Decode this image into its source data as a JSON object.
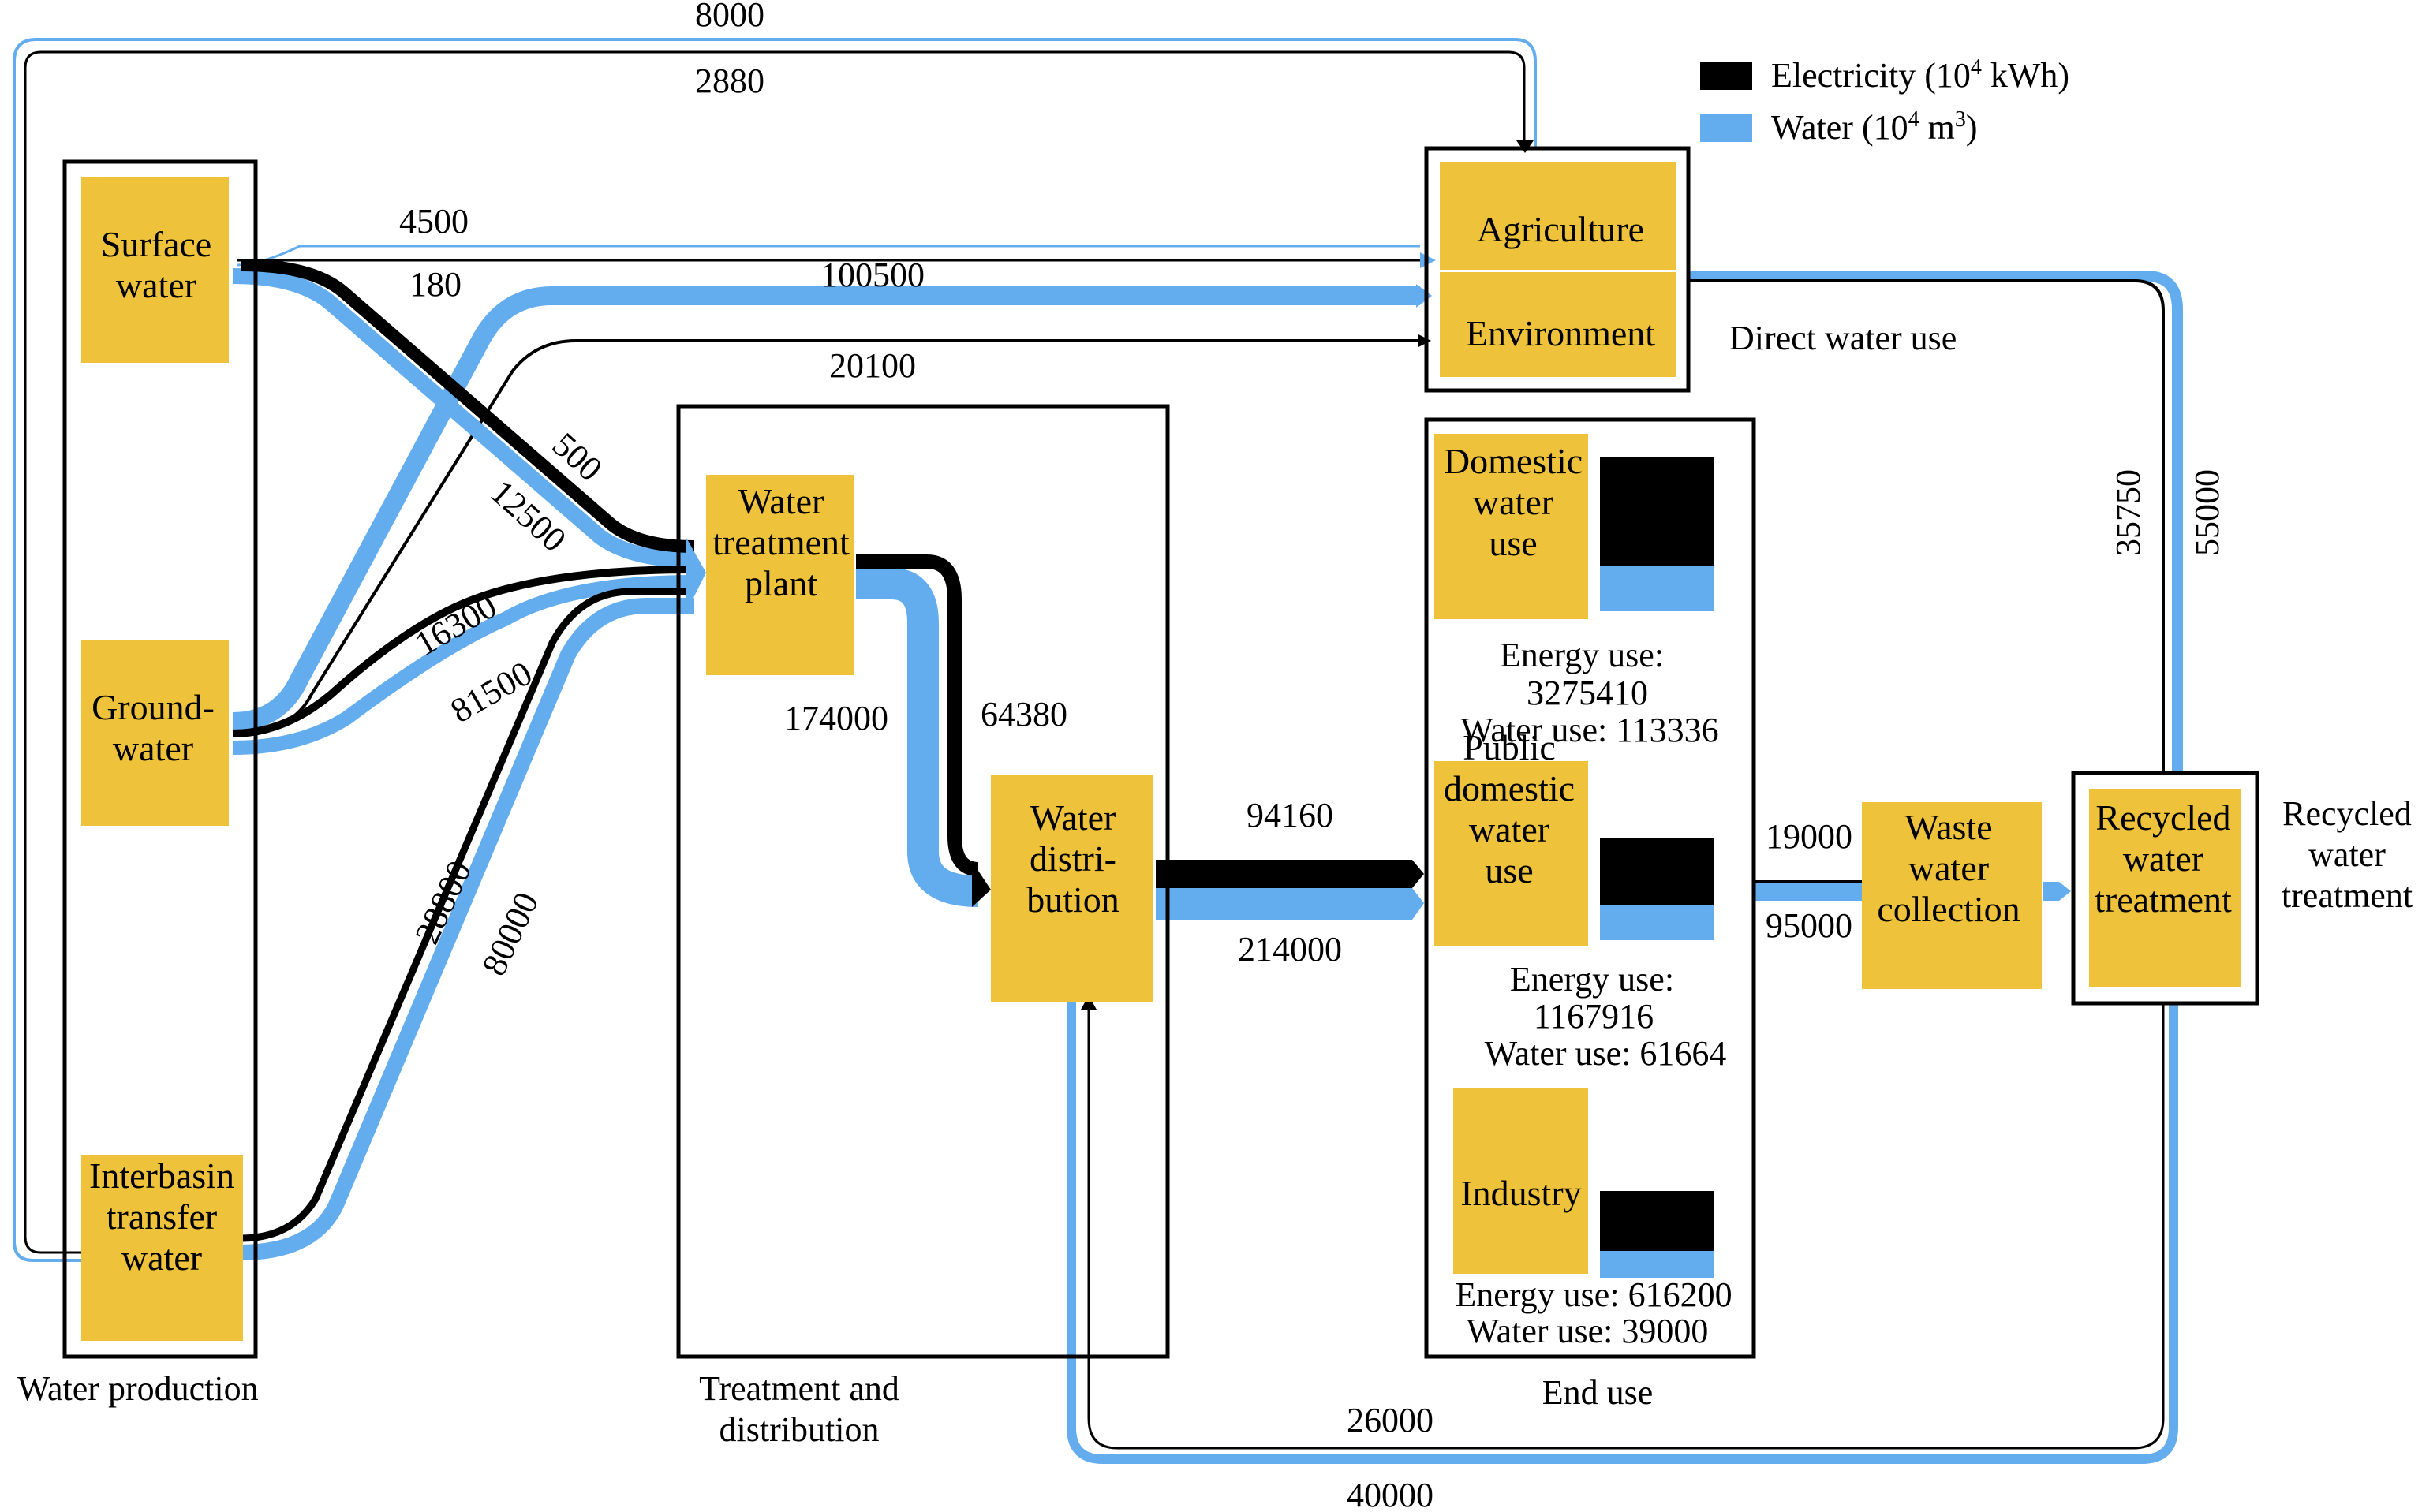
{
  "legend": {
    "electricity": {
      "prefix": "Electricity (10",
      "sup": "4",
      "suffix": " kWh)",
      "color": "#000000"
    },
    "water": {
      "prefix": "Water (10",
      "sup": "4",
      "suffix": " m",
      "sup2": "3",
      "end": ")",
      "color": "#63adef"
    }
  },
  "colors": {
    "node": "#eec23a",
    "water": "#63adef",
    "electricity": "#000000"
  },
  "nodes": {
    "surface": [
      "Surface",
      "water"
    ],
    "ground": [
      "Ground-",
      "water"
    ],
    "interbasin": [
      "Interbasin",
      "transfer",
      "water"
    ],
    "wtp": [
      "Water",
      "treatment",
      "plant"
    ],
    "distribution": [
      "Water",
      "distri-",
      "bution"
    ],
    "agriculture": [
      "Agriculture"
    ],
    "environment": [
      "Environment"
    ],
    "domestic": [
      "Domestic",
      "water",
      "use"
    ],
    "public": [
      "Public",
      "domestic",
      "water",
      "use"
    ],
    "industry": [
      "Industry"
    ],
    "waste": [
      "Waste",
      "water",
      "collection"
    ],
    "recycled": [
      "Recycled",
      "water",
      "treatment"
    ]
  },
  "groups": {
    "production": "Water production",
    "treatment": [
      "Treatment and",
      "distribution"
    ],
    "enduse": "End use",
    "direct": "Direct water use",
    "recycled": [
      "Recycled",
      "water",
      "treatment"
    ]
  },
  "end_use": {
    "domestic": {
      "energy_label": "Energy use:",
      "energy": "3275410",
      "water_label": "Water use:",
      "water": "113336",
      "energy_share": 0.71,
      "water_share": 0.29
    },
    "public": {
      "energy_label": "Energy use:",
      "energy": "1167916",
      "water_label": "Water use:",
      "water": "61664",
      "energy_share": 0.66,
      "water_share": 0.34
    },
    "industry": {
      "energy_label": "Energy use:",
      "energy": "616200",
      "water_label": "Water use:",
      "water": "39000",
      "energy_share": 0.69,
      "water_share": 0.31
    }
  },
  "flows": {
    "interbasin_to_agri_water": "8000",
    "interbasin_to_agri_elec": "2880",
    "surface_to_agri_water": "4500",
    "surface_to_wtp_elec": "180",
    "ground_to_env_water": "100500",
    "ground_to_env_elec": "20100",
    "surface_to_wtp_water_elec": "500",
    "surface_to_wtp_water": "12500",
    "ground_to_wtp_elec": "16300",
    "ground_to_wtp_water": "81500",
    "interbasin_to_wtp_elec": "28800",
    "interbasin_to_wtp_water": "80000",
    "wtp_to_dist_water": "174000",
    "wtp_to_dist_elec": "64380",
    "dist_to_end_elec": "94160",
    "dist_to_end_water": "214000",
    "end_to_waste_elec": "19000",
    "end_to_waste_water": "95000",
    "direct_to_recycled_elec": "35750",
    "direct_to_recycled_water": "55000",
    "recycled_to_dist_elec": "26000",
    "recycled_to_dist_water": "40000"
  }
}
